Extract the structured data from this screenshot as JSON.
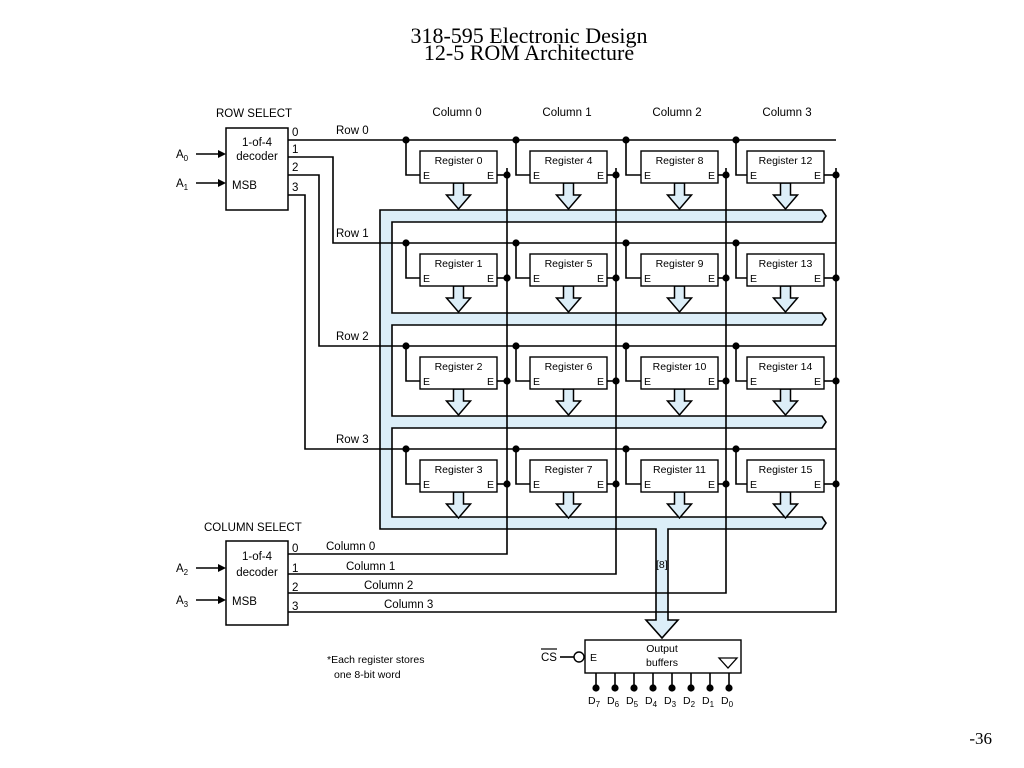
{
  "title": "318-595 Electronic Design",
  "subtitle": "12-5 ROM Architecture",
  "page_number": "-36",
  "row_select": {
    "heading": "ROW SELECT",
    "decoder_line1": "1-of-4",
    "decoder_line2": "decoder",
    "msb": "MSB",
    "inputs": [
      {
        "base": "A",
        "sub": "0"
      },
      {
        "base": "A",
        "sub": "1"
      }
    ],
    "outputs": [
      "0",
      "1",
      "2",
      "3"
    ],
    "row_labels": [
      "Row 0",
      "Row 1",
      "Row 2",
      "Row 3"
    ]
  },
  "column_headers": [
    "Column 0",
    "Column 1",
    "Column 2",
    "Column 3"
  ],
  "registers": [
    "Register 0",
    "Register 4",
    "Register 8",
    "Register 12",
    "Register 1",
    "Register 5",
    "Register 9",
    "Register 13",
    "Register 2",
    "Register 6",
    "Register 10",
    "Register 14",
    "Register 3",
    "Register 7",
    "Register 11",
    "Register 15"
  ],
  "enable_label": "E",
  "column_select": {
    "heading": "COLUMN SELECT",
    "decoder_line1": "1-of-4",
    "decoder_line2": "decoder",
    "msb": "MSB",
    "inputs": [
      {
        "base": "A",
        "sub": "2"
      },
      {
        "base": "A",
        "sub": "3"
      }
    ],
    "outputs": [
      "0",
      "1",
      "2",
      "3"
    ],
    "col_labels": [
      "Column 0",
      "Column 1",
      "Column 2",
      "Column 3"
    ]
  },
  "bus_width_label": "[8]",
  "output_buffers": {
    "cs_label": "CS",
    "enable": "E",
    "line1": "Output",
    "line2": "buffers",
    "data_outputs": [
      {
        "base": "D",
        "sub": "7"
      },
      {
        "base": "D",
        "sub": "6"
      },
      {
        "base": "D",
        "sub": "5"
      },
      {
        "base": "D",
        "sub": "4"
      },
      {
        "base": "D",
        "sub": "3"
      },
      {
        "base": "D",
        "sub": "2"
      },
      {
        "base": "D",
        "sub": "1"
      },
      {
        "base": "D",
        "sub": "0"
      }
    ]
  },
  "footnote_line1": "*Each register stores",
  "footnote_line2": "one 8-bit word",
  "colors": {
    "bus_fill": "#dceef8",
    "line": "#000000"
  }
}
